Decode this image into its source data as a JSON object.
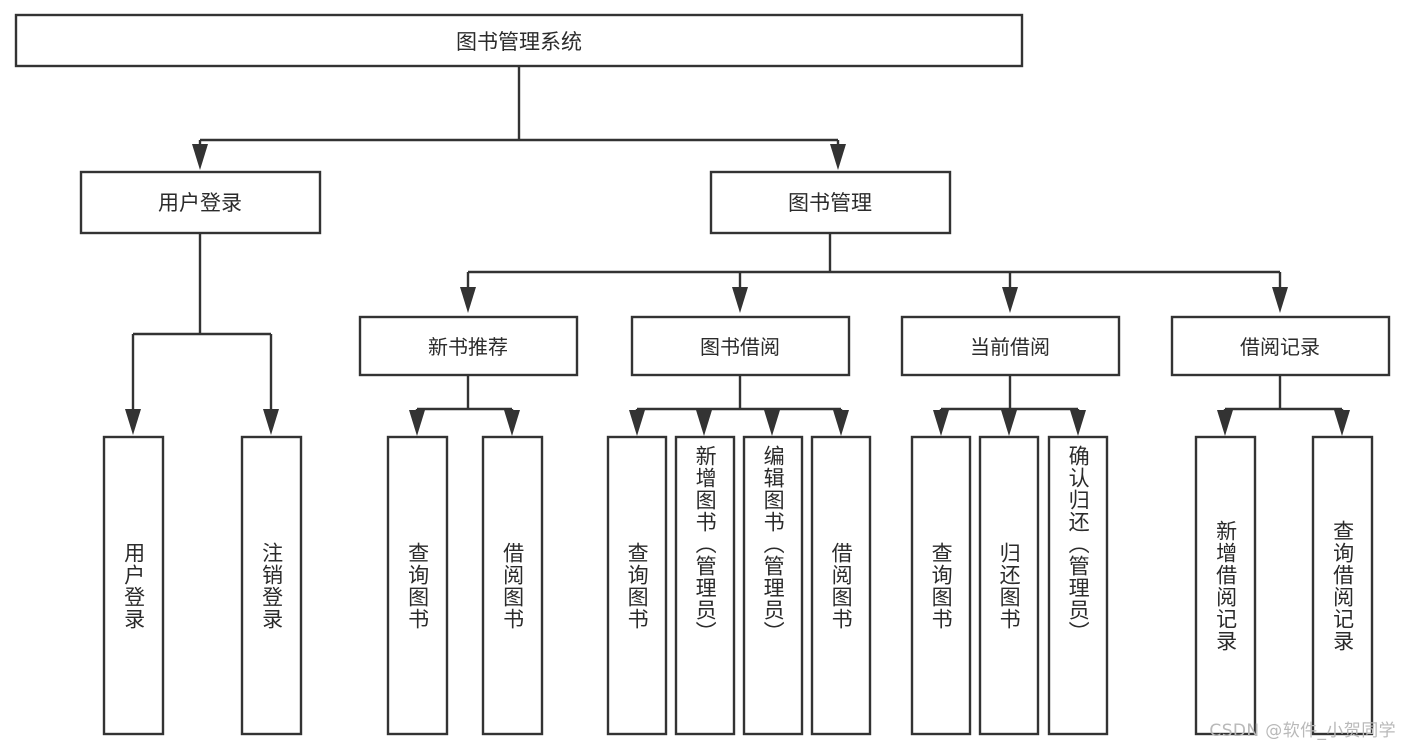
{
  "diagram": {
    "title": "图书管理系统",
    "type": "tree",
    "watermark": "CSDN @软件_小贺同学",
    "colors": {
      "stroke": "#333333",
      "box_fill": "#ffffff",
      "text": "#2b2b2b",
      "background": "#ffffff",
      "watermark": "#b9b9b9"
    },
    "root": {
      "label": "图书管理系统"
    },
    "level2": [
      {
        "label": "用户登录"
      },
      {
        "label": "图书管理"
      }
    ],
    "level3": [
      {
        "label": "新书推荐"
      },
      {
        "label": "图书借阅"
      },
      {
        "label": "当前借阅"
      },
      {
        "label": "借阅记录"
      }
    ],
    "leaves": {
      "user_login": [
        {
          "label": "用户登录"
        },
        {
          "label": "注销登录"
        }
      ],
      "new_book_recommend": [
        {
          "label": "查询图书"
        },
        {
          "label": "借阅图书"
        }
      ],
      "book_borrow": [
        {
          "label": "查询图书"
        },
        {
          "label": "新增图书（管理员）"
        },
        {
          "label": "编辑图书（管理员）"
        },
        {
          "label": "借阅图书"
        }
      ],
      "current_borrow": [
        {
          "label": "查询图书"
        },
        {
          "label": "归还图书"
        },
        {
          "label": "确认归还（管理员）"
        }
      ],
      "borrow_record": [
        {
          "label": "新增借阅记录"
        },
        {
          "label": "查询借阅记录"
        }
      ]
    }
  }
}
